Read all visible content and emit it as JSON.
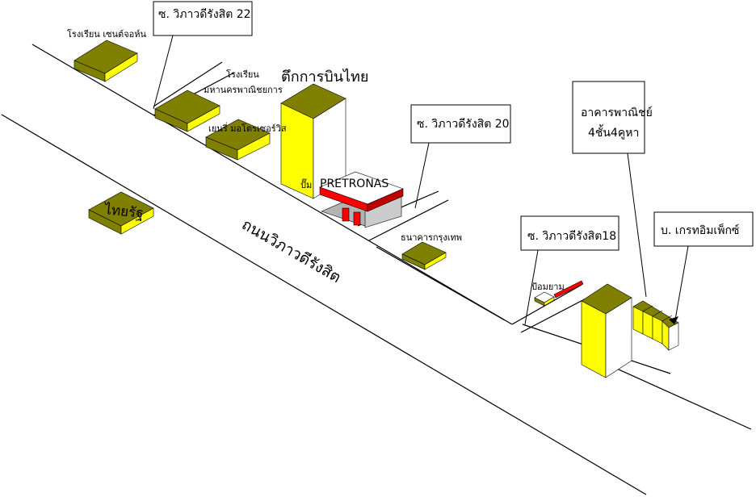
{
  "labels": {
    "school_st_john": "โรงเรียน เซนต์จอห์น",
    "soi_22": "ซ. วิภาวดีรังสิต 22",
    "school_commerce_1": "โรงเรียน",
    "school_commerce_2": "มหานครพาณิชยการ",
    "thai_airways_building": "ตึกการบินไทย",
    "general_motors": "เยนรี่ มอโตรเซอร์วิส",
    "soi_20": "ซ. วิภาวดีรังสิต 20",
    "gas_station_prefix": "ปั๊ม",
    "gas_station_brand": "PRETRONAS",
    "thai_rath": "ไทยรัฐ",
    "bangkok_bank": "ธนาคารกรุงเทพ",
    "road_name": "ถนนวิภาวดีรังสิต",
    "commercial_1": "อาคารพาณิชย์",
    "commercial_2": "4ชั้น4คูหา",
    "soi_18": "ซ. วิภาวดีรังสิต18",
    "graphimax": "บ. เกรทอิมเพ็กซ์",
    "guard_booth": "ป้อมยาม"
  },
  "colors": {
    "yellow": "#ffff00",
    "olive": "#808000",
    "red": "#ff0000",
    "gray": "#b3b3b3",
    "line": "#000000"
  }
}
